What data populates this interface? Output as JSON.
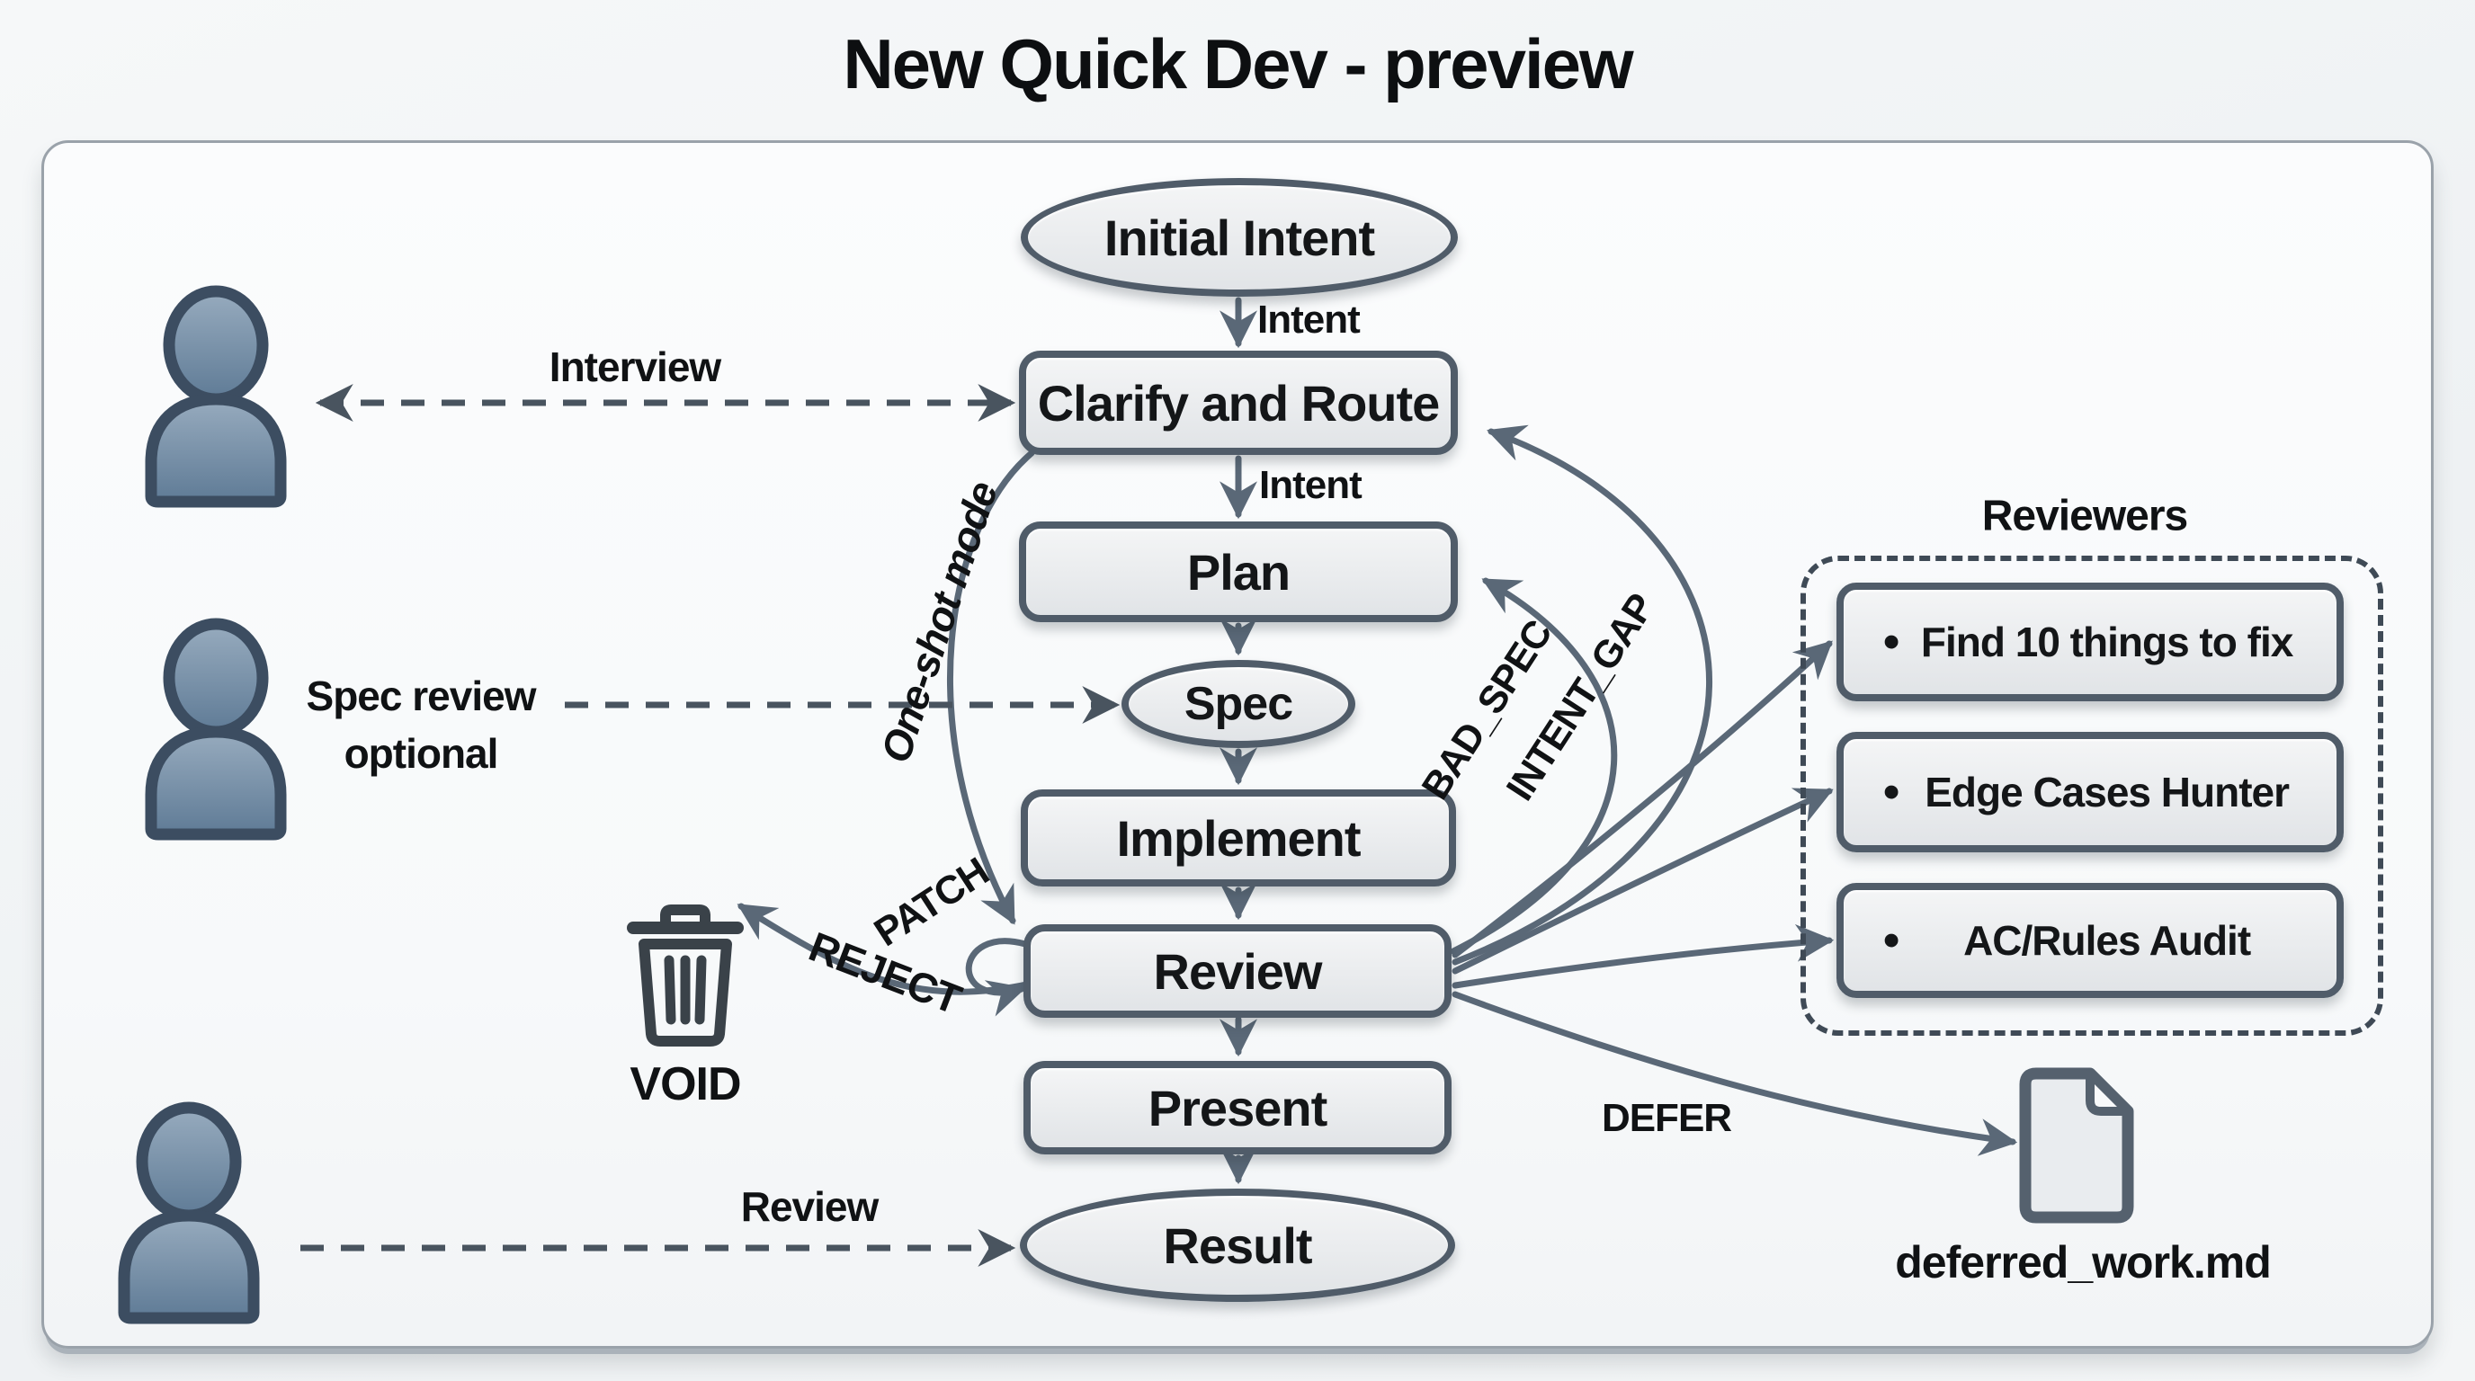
{
  "title": "New Quick Dev - preview",
  "colors": {
    "arrow": "#5a6877",
    "dashed_arrow": "#49545f",
    "node_border": "#505c69",
    "node_fill_top": "#f4f5f6",
    "node_fill_bottom": "#e1e4e7",
    "node_text": "#141618",
    "frame_border": "#9aa2aa",
    "user_fill_top": "#97abbe",
    "user_fill_bottom": "#5f7b96",
    "user_stroke": "#3c4d61",
    "trash_stroke": "#3a4249",
    "doc_fill": "#e9ecef",
    "doc_stroke": "#55616e"
  },
  "flow": {
    "initial_intent": "Initial Intent",
    "clarify": "Clarify and Route",
    "plan": "Plan",
    "spec": "Spec",
    "implement": "Implement",
    "review": "Review",
    "present": "Present",
    "result": "Result"
  },
  "edge_labels": {
    "intent_top": "Intent",
    "intent_mid": "Intent",
    "one_shot": "One-shot mode",
    "patch": "PATCH",
    "reject": "REJECT",
    "bad_spec": "BAD_SPEC",
    "intent_gap": "INTENT_GAP",
    "defer": "DEFER"
  },
  "actors": {
    "interview": "Interview",
    "spec_review_line1": "Spec review",
    "spec_review_line2": "optional",
    "result_review": "Review"
  },
  "reviewers": {
    "title": "Reviewers",
    "bullet": "•",
    "items": [
      "Find 10 things to fix",
      "Edge Cases Hunter",
      "AC/Rules Audit"
    ]
  },
  "artifacts": {
    "void_label": "VOID",
    "deferred_file": "deferred_work.md"
  }
}
